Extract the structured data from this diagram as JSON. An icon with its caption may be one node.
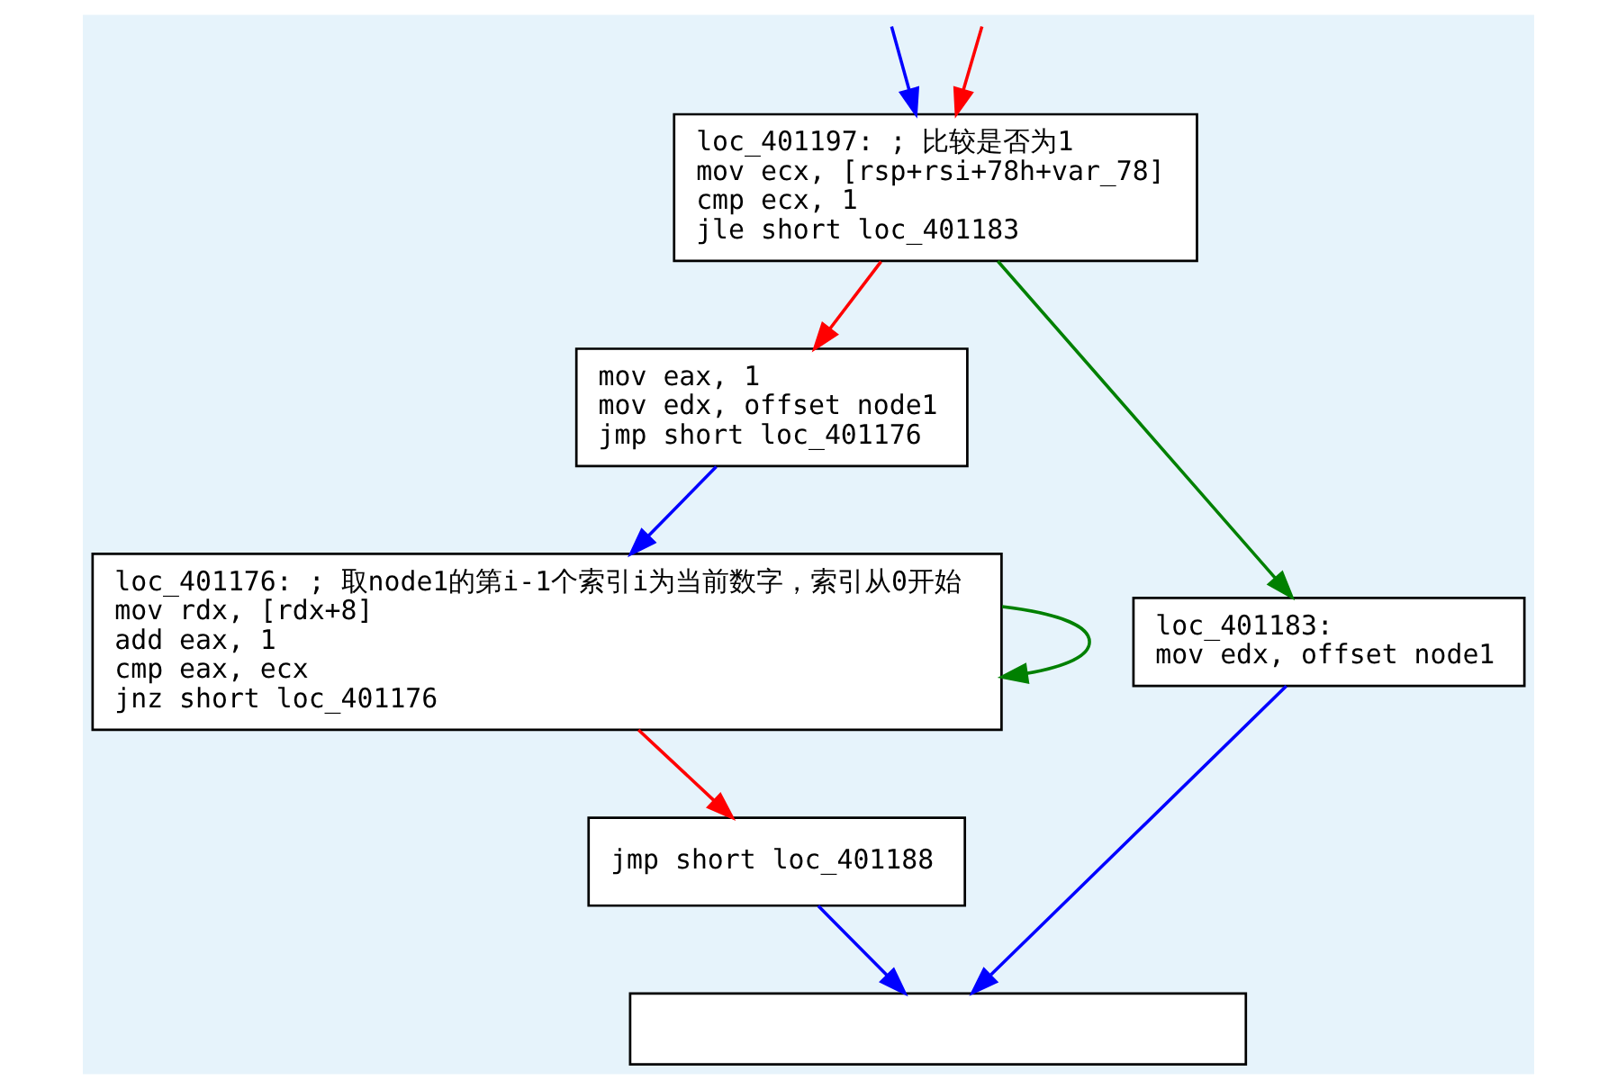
{
  "diagram": {
    "nodes": [
      {
        "text": [
          "loc_401197: ; 比较是否为1",
          "mov ecx, [rsp+rsi+78h+var_78]",
          "cmp ecx, 1",
          "jle short loc_401183"
        ]
      },
      {
        "text": [
          "mov eax, 1",
          "mov edx, offset node1",
          "jmp short loc_401176"
        ]
      },
      {
        "text": [
          "loc_401176: ; 取node1的第i-1个索引i为当前数字，索引从0开始",
          "mov rdx, [rdx+8]",
          "add eax, 1",
          "cmp eax, ecx",
          "jnz short loc_401176"
        ]
      },
      {
        "text": [
          "jmp short loc_401188"
        ]
      },
      {
        "text": [
          "loc_401183:",
          "mov edx, offset node1"
        ]
      },
      {
        "text": [],
        "shape": "box"
      }
    ],
    "edges": [
      {
        "from": null,
        "to": 0,
        "arrow": "to",
        "color": "#ff0000"
      },
      {
        "from": null,
        "to": 0,
        "arrow": "to",
        "color": "#0000ff"
      },
      {
        "from": 0,
        "to": 1,
        "arrow": "to",
        "color": "#ff0000"
      },
      {
        "from": 0,
        "to": 4,
        "arrow": "to",
        "color": "#008000"
      },
      {
        "from": 1,
        "to": 2,
        "arrow": "to",
        "color": "#0000ff"
      },
      {
        "from": 2,
        "to": 2,
        "arrow": "to",
        "color": "#008000"
      },
      {
        "from": 2,
        "to": 3,
        "arrow": "to",
        "color": "#ff0000"
      },
      {
        "from": 3,
        "to": 5,
        "arrow": "to",
        "color": "#0000ff"
      },
      {
        "from": 4,
        "to": 5,
        "arrow": "to",
        "color": "#0000ff"
      }
    ]
  }
}
